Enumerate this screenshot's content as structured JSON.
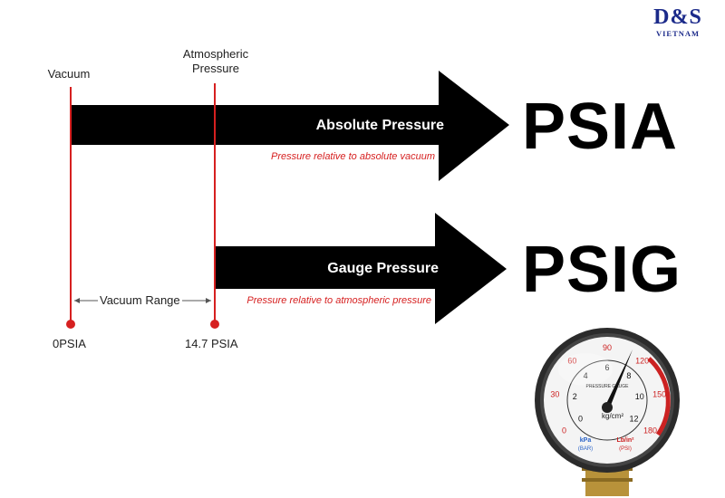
{
  "brand": {
    "logo": "D&S",
    "sub": "VIETNAM"
  },
  "markers": {
    "vacuum_label": "Vacuum",
    "atm_label_line1": "Atmospheric",
    "atm_label_line2": "Pressure",
    "zero_value": "0",
    "zero_unit": "PSIA",
    "atm_value": "14.7",
    "atm_unit": "PSIA"
  },
  "vacuum_range": "Vacuum Range",
  "absolute": {
    "title": "Absolute Pressure",
    "subtitle": "Pressure relative to absolute vacuum",
    "tag": "PSIA"
  },
  "gauge": {
    "title": "Gauge Pressure",
    "subtitle": "Pressure relative to atmospheric pressure",
    "tag": "PSIG"
  },
  "dial": {
    "outer_ticks": [
      "0",
      "30",
      "60",
      "90",
      "120",
      "150",
      "180"
    ],
    "inner_ticks": [
      "0",
      "2",
      "4",
      "6",
      "8",
      "10",
      "12"
    ],
    "face_label": "PRESSURE GAUGE",
    "center_unit": "kg/cm²",
    "unit_left_1": "kPa",
    "unit_left_2": "(BAR)",
    "unit_right_1": "Lb/in²",
    "unit_right_2": "(PSI)"
  },
  "colors": {
    "red": "#d62020",
    "black": "#000000",
    "brand": "#1b2a8a"
  }
}
